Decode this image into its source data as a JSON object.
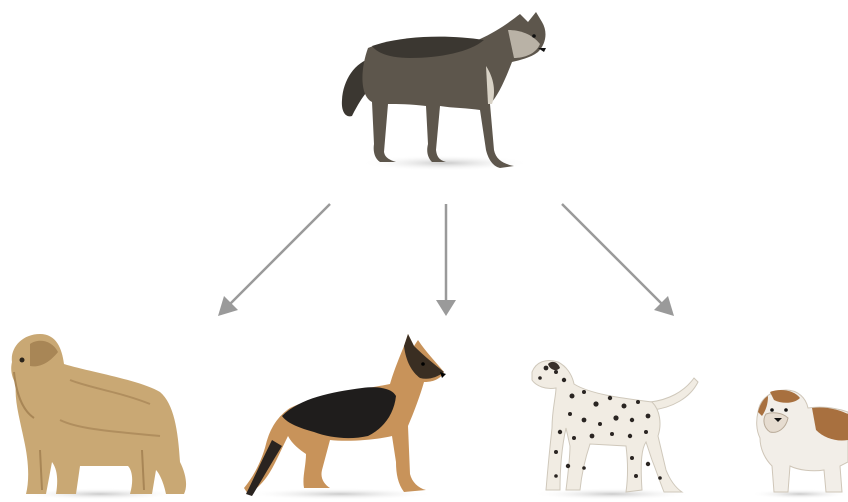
{
  "diagram": {
    "root": {
      "icon": "wolf-illustration"
    },
    "children": [
      {
        "icon": "briard-dog-illustration"
      },
      {
        "icon": "german-shepherd-dog-illustration"
      },
      {
        "icon": "dalmatian-dog-illustration"
      },
      {
        "icon": "bulldog-illustration"
      }
    ],
    "arrow_color": "#9a9a9a",
    "colors": {
      "wolf_body": "#5d564c",
      "wolf_back": "#3b3731",
      "briard_coat": "#c9a874",
      "shepherd_tan": "#c8935a",
      "shepherd_saddle": "#1f1d1c",
      "dalmatian_base": "#f1ece3",
      "dalmatian_spots": "#2a2522",
      "bulldog_white": "#f2eee8",
      "bulldog_brown": "#a8703f"
    }
  }
}
